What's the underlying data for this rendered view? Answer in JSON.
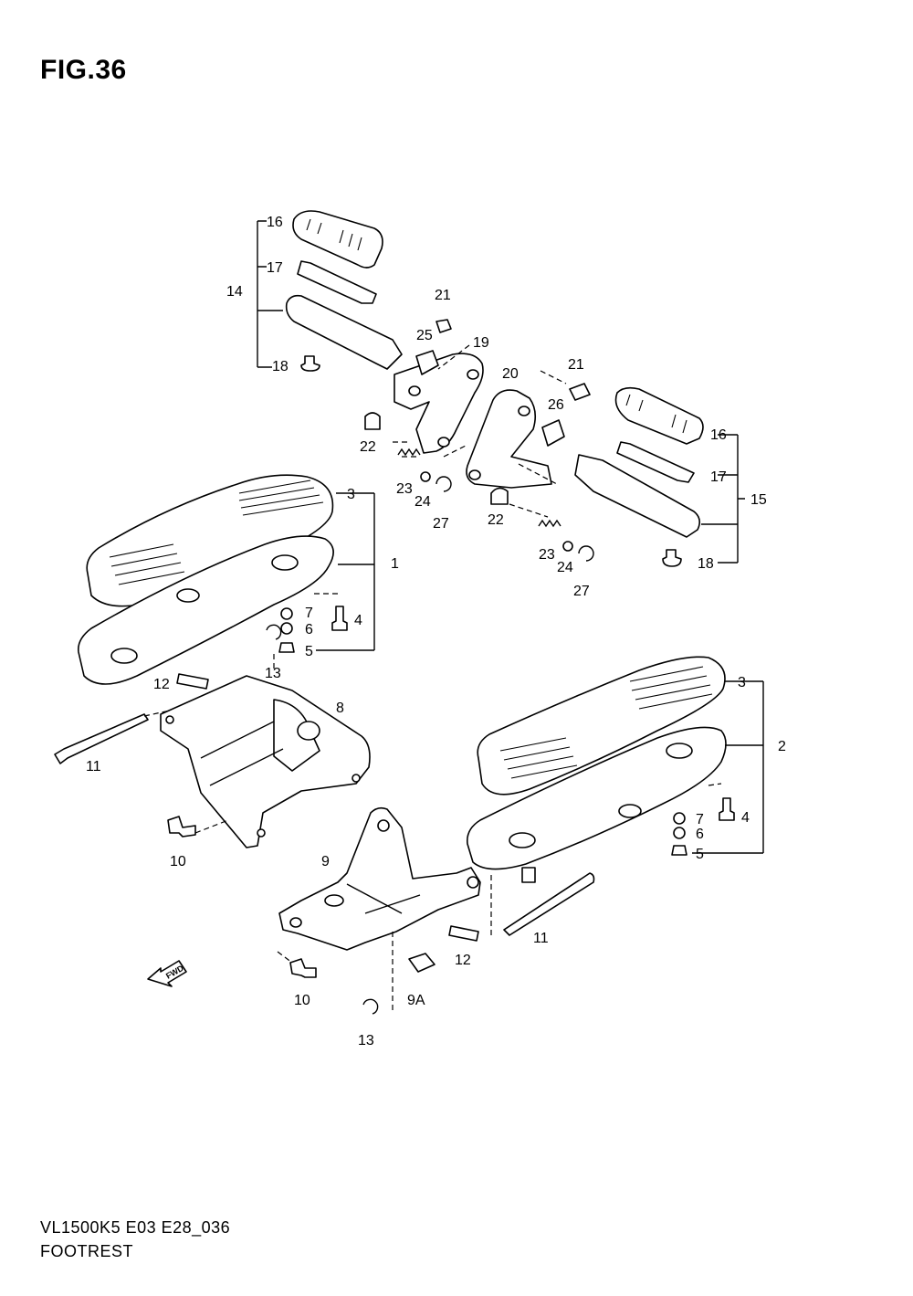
{
  "figure": {
    "title": "FIG.36",
    "model_code": "VL1500K5 E03 E28_036",
    "section_name": "FOOTREST"
  },
  "fwd_badge": "FWD",
  "callouts": {
    "p1": "1",
    "p2": "2",
    "p3a": "3",
    "p3b": "3",
    "p4a": "4",
    "p4b": "4",
    "p5a": "5",
    "p5b": "5",
    "p6a": "6",
    "p6b": "6",
    "p7a": "7",
    "p7b": "7",
    "p8": "8",
    "p9": "9",
    "p9A": "9A",
    "p10a": "10",
    "p10b": "10",
    "p11a": "11",
    "p11b": "11",
    "p12a": "12",
    "p12b": "12",
    "p13a": "13",
    "p13b": "13",
    "p14": "14",
    "p15": "15",
    "p16a": "16",
    "p16b": "16",
    "p17a": "17",
    "p17b": "17",
    "p18a": "18",
    "p18b": "18",
    "p19": "19",
    "p20": "20",
    "p21a": "21",
    "p21b": "21",
    "p22a": "22",
    "p22b": "22",
    "p23a": "23",
    "p23b": "23",
    "p24a": "24",
    "p24b": "24",
    "p25": "25",
    "p26": "26",
    "p27a": "27",
    "p27b": "27"
  }
}
